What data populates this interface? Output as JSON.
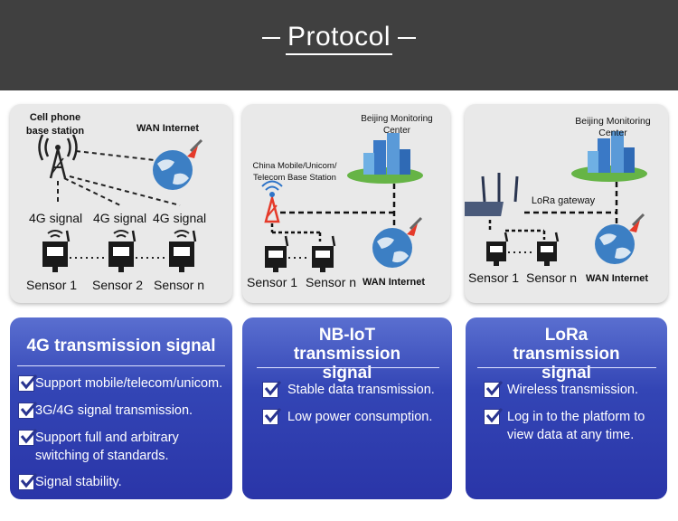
{
  "header": {
    "title": "Protocol"
  },
  "panel_4g": {
    "tower_label": "Cell phone base station",
    "internet_label": "WAN Internet",
    "signal_labels": [
      "4G signal",
      "4G signal",
      "4G signal"
    ],
    "sensor_labels": [
      "Sensor 1",
      "Sensor 2",
      "Sensor n"
    ]
  },
  "panel_nbiot": {
    "center_label": "Beijing Monitoring Center",
    "station_label": "China Mobile/Unicom/ Telecom Base Station",
    "sensor_labels": [
      "Sensor 1",
      "Sensor n"
    ],
    "internet_label": "WAN Internet"
  },
  "panel_lora": {
    "center_label": "Beijing Monitoring Center",
    "gateway_label": "LoRa gateway",
    "sensor_labels": [
      "Sensor 1",
      "Sensor n"
    ],
    "internet_label": "WAN Internet"
  },
  "cards": [
    {
      "title": "4G transmission signal",
      "features": [
        "Support mobile/telecom/unicom.",
        "3G/4G signal transmission.",
        "Support full and arbitrary switching of standards.",
        "Signal stability."
      ]
    },
    {
      "title": "NB-IoT transmission signal",
      "features": [
        "Stable data transmission.",
        "Low power consumption."
      ]
    },
    {
      "title": "LoRa transmission signal",
      "features": [
        "Wireless transmission.",
        "Log in to the platform to view data at any time."
      ]
    }
  ],
  "colors": {
    "header_bg": "#404040",
    "card_blue": "#2a35a8",
    "panel_bg": "#e9e9e9"
  }
}
